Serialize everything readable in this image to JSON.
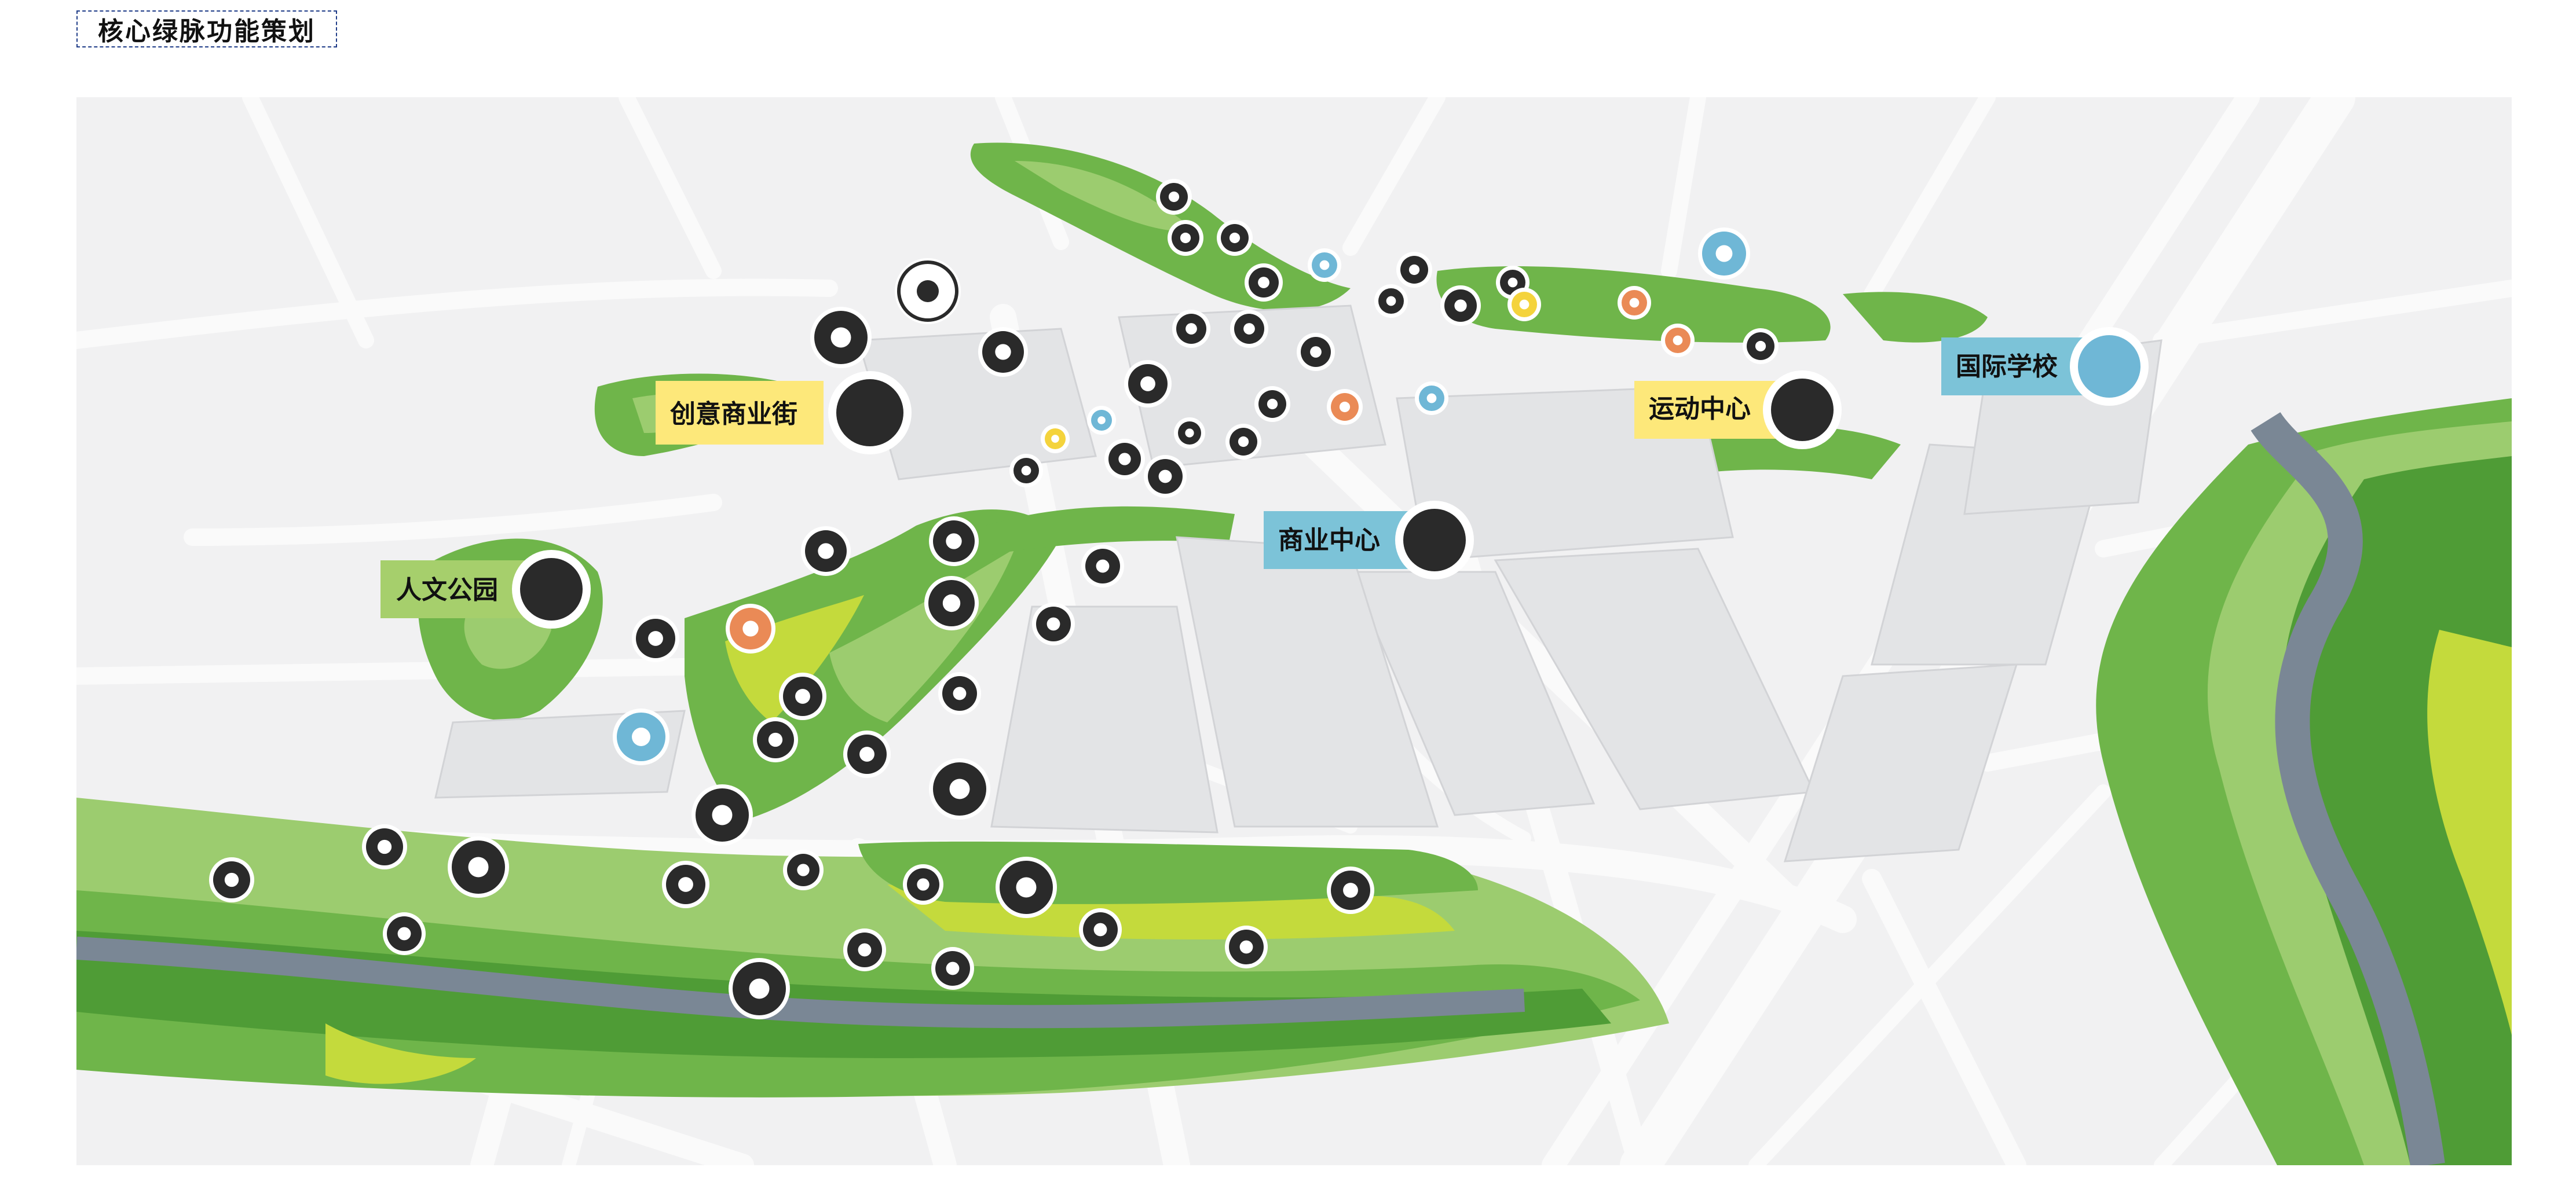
{
  "page": {
    "title": "核心绿脉功能策划"
  },
  "map": {
    "colors": {
      "background": "#f1f1f2",
      "road": "#fafafa",
      "green_dark": "#4f9c36",
      "green_mid": "#6fb54a",
      "green_light": "#9ccc6f",
      "green_lime": "#c4da3c",
      "water": "#7a8795",
      "label_yellow": "#fde87a",
      "label_blue": "#7cc3d8",
      "label_green": "#a6cf6c",
      "icon_dark": "#2a2a2a",
      "icon_orange": "#ea8a56",
      "icon_blue": "#6fb7d6",
      "icon_yellow": "#f4d33c"
    },
    "labels": [
      {
        "name": "label-creative-street",
        "text": "创意商业街",
        "style": "yellow",
        "icon": "gift-box-icon"
      },
      {
        "name": "label-culture-park",
        "text": "人文公园",
        "style": "green",
        "icon": "tree-icon"
      },
      {
        "name": "label-business-center",
        "text": "商业中心",
        "style": "blue",
        "icon": "award-ribbon-icon"
      },
      {
        "name": "label-sports-center",
        "text": "运动中心",
        "style": "yellow",
        "icon": "running-person-icon"
      },
      {
        "name": "label-international-school",
        "text": "国际学校",
        "style": "blue",
        "icon": "school-building-icon"
      }
    ],
    "poi_icons": [
      "globe-icon",
      "web-globe-icon",
      "chart-up-icon",
      "music-lyre-icon",
      "coffee-cup-icon",
      "fish-icon",
      "cherry-icon",
      "water-waves-icon",
      "flower-icon",
      "restaurant-icon",
      "record-player-icon",
      "heart-icon",
      "hiking-icon",
      "music-note-icon",
      "gift-icon",
      "soccer-icon",
      "airplane-icon",
      "jellyfish-icon",
      "ladybug-icon",
      "butterfly-icon",
      "leaf-star-icon",
      "stage-icon",
      "headphones-icon",
      "building-icon",
      "chair-icon",
      "film-clapper-icon",
      "pineapple-icon",
      "shirt-icon",
      "gear-icon",
      "tree-icon",
      "camera-icon",
      "document-icon",
      "bar-chart-icon",
      "leaf-icon",
      "money-bag-icon",
      "mobile-phone-icon",
      "video-camera-icon",
      "bowl-icon",
      "cocktail-icon",
      "hospital-plus-icon",
      "watch-icon",
      "tie-icon",
      "notebook-icon",
      "speech-person-icon",
      "shopping-cart-icon",
      "ring-icon",
      "briefcase-icon"
    ]
  }
}
